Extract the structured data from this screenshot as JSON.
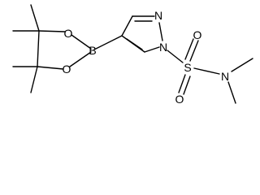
{
  "molecule": {
    "atom_labels": {
      "boron": "B",
      "ring_oxygen_top": "O",
      "ring_oxygen_bottom": "O",
      "pyrazole_n_top": "N",
      "pyrazole_n_sulfonyl": "N",
      "sulfur": "S",
      "sulfonyl_oxygen_top": "O",
      "sulfonyl_oxygen_bottom": "O",
      "amine_nitrogen": "N"
    }
  }
}
